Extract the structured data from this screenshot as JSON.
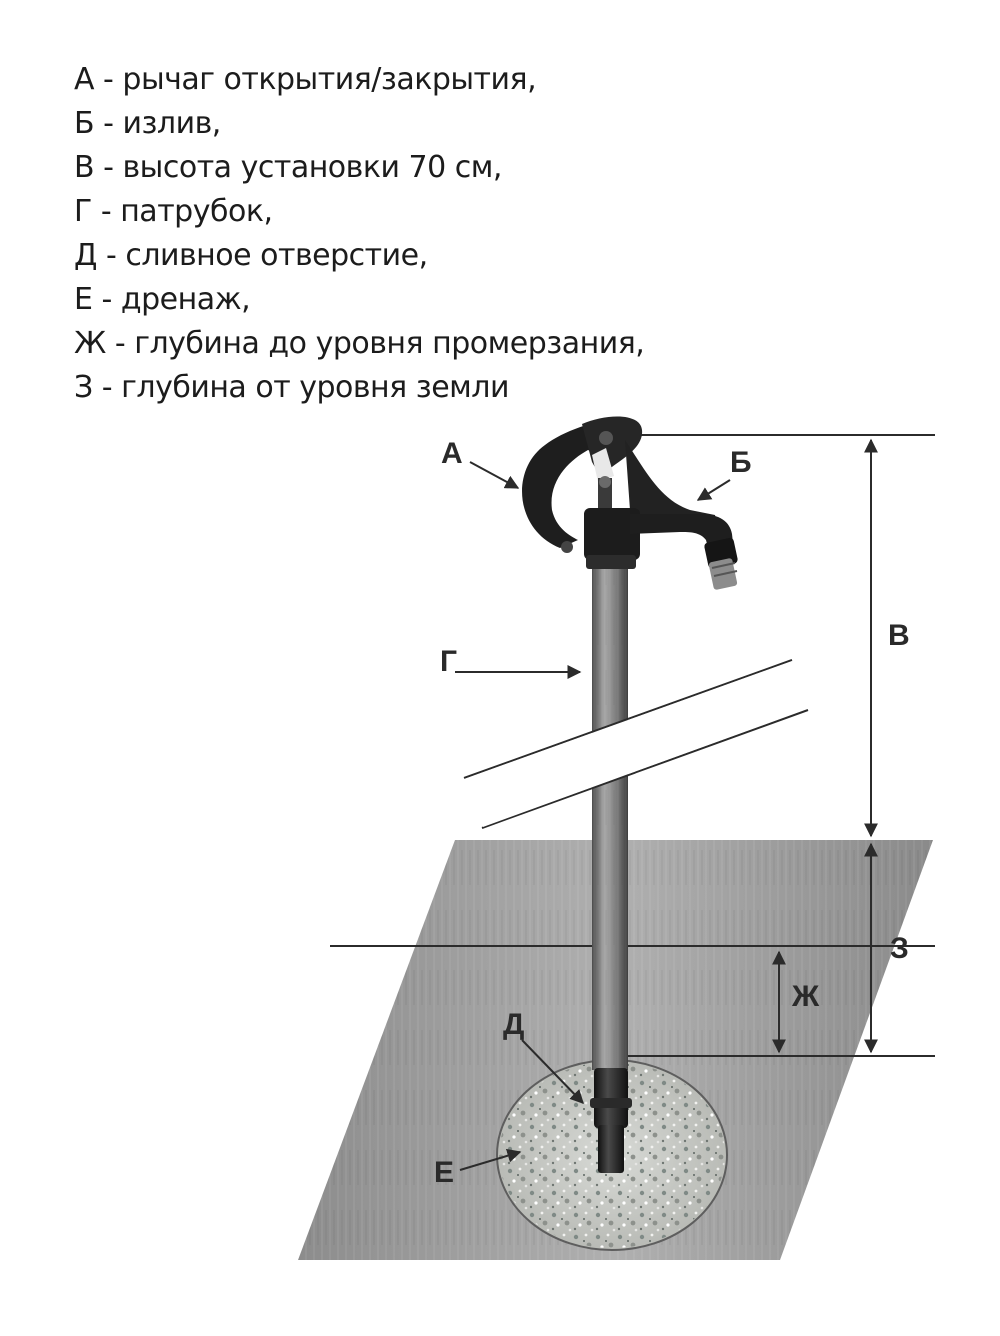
{
  "legend": [
    "А - рычаг открытия/закрытия,",
    "Б - излив,",
    "В - высота установки 70 см,",
    "Г - патрубок,",
    "Д - сливное отверстие,",
    "Е - дренаж,",
    "Ж - глубина до уровня промерзания,",
    "З - глубина от уровня земли"
  ],
  "labels": {
    "a": "А",
    "b": "Б",
    "v": "В",
    "g": "Г",
    "d": "Д",
    "e": "Е",
    "zh": "Ж",
    "z": "З"
  },
  "colors": {
    "soil": "#9a9a9a",
    "pipe": "#7d7d7d",
    "body": "#1e1e1e",
    "gravel": "#c9cbc7",
    "line": "#2b2b2b"
  }
}
